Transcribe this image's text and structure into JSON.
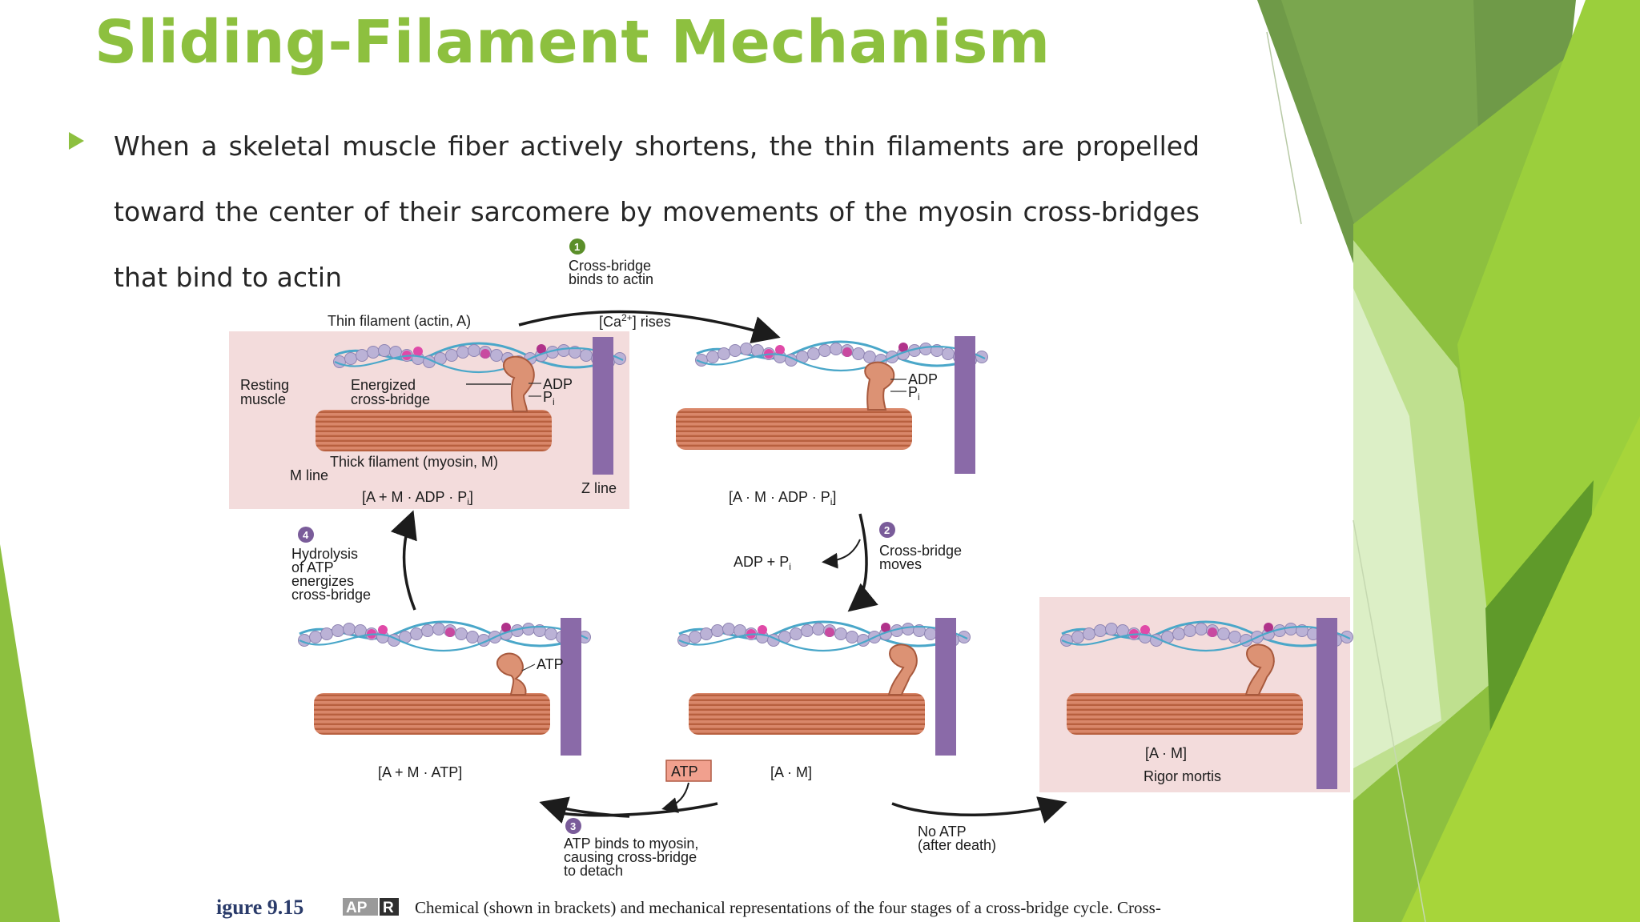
{
  "slide": {
    "title": "Sliding-Filament Mechanism",
    "bullet": "When a skeletal muscle fiber actively shortens, the thin filaments are propelled toward the center of their sarcomere by movements of the myosin cross-bridges that bind to actin"
  },
  "colors": {
    "title_green": "#8dc03f",
    "panel_pink": "#f3dcdc",
    "zline_purple": "#8a6aa8",
    "thick_filament": "#d27f5e",
    "atp_box": "#f1a08e",
    "step_marker_green": "#5b8f2a",
    "step_marker_purple": "#7a5c9a"
  },
  "figure": {
    "step1": {
      "number": "1",
      "text_line1": "Cross-bridge",
      "text_line2": "binds to actin"
    },
    "step2": {
      "number": "2",
      "text_line1": "Cross-bridge",
      "text_line2": "moves"
    },
    "step3": {
      "number": "3",
      "text_line1": "ATP binds to myosin,",
      "text_line2": "causing cross-bridge",
      "text_line3": "to detach"
    },
    "step4": {
      "number": "4",
      "text_line1": "Hydrolysis",
      "text_line2": "of ATP",
      "text_line3": "energizes",
      "text_line4": "cross-bridge"
    },
    "resting": {
      "thin_label": "Thin filament (actin, A)",
      "resting_line1": "Resting",
      "resting_line2": "muscle",
      "energized_line1": "Energized",
      "energized_line2": "cross-bridge",
      "adp": "ADP",
      "pi": "P",
      "pi_sub": "i",
      "thick_label": "Thick filament (myosin, M)",
      "mline": "M line",
      "zline": "Z line",
      "formula": "[A + M · ADP · P",
      "formula_sub": "i",
      "formula_end": "]"
    },
    "ca_rises": {
      "pre": "[Ca",
      "sup": "2+",
      "post": "] rises"
    },
    "bound": {
      "adp": "ADP",
      "pi": "P",
      "pi_sub": "i",
      "formula": "[A · M · ADP · P",
      "formula_sub": "i",
      "formula_end": "]"
    },
    "release": {
      "text": "ADP + P",
      "sub": "i"
    },
    "detached": {
      "atp": "ATP",
      "formula": "[A + M · ATP]"
    },
    "moved": {
      "formula": "[A · M]"
    },
    "atp_box": "ATP",
    "no_atp_line1": "No ATP",
    "no_atp_line2": "(after death)",
    "rigor": {
      "formula": "[A · M]",
      "label": "Rigor mortis"
    },
    "caption": {
      "number": "igure 9.15",
      "apr_a": "AP",
      "apr_r": "R",
      "text": "Chemical (shown in brackets) and mechanical representations of the four stages of a cross-bridge cycle. Cross-"
    }
  }
}
